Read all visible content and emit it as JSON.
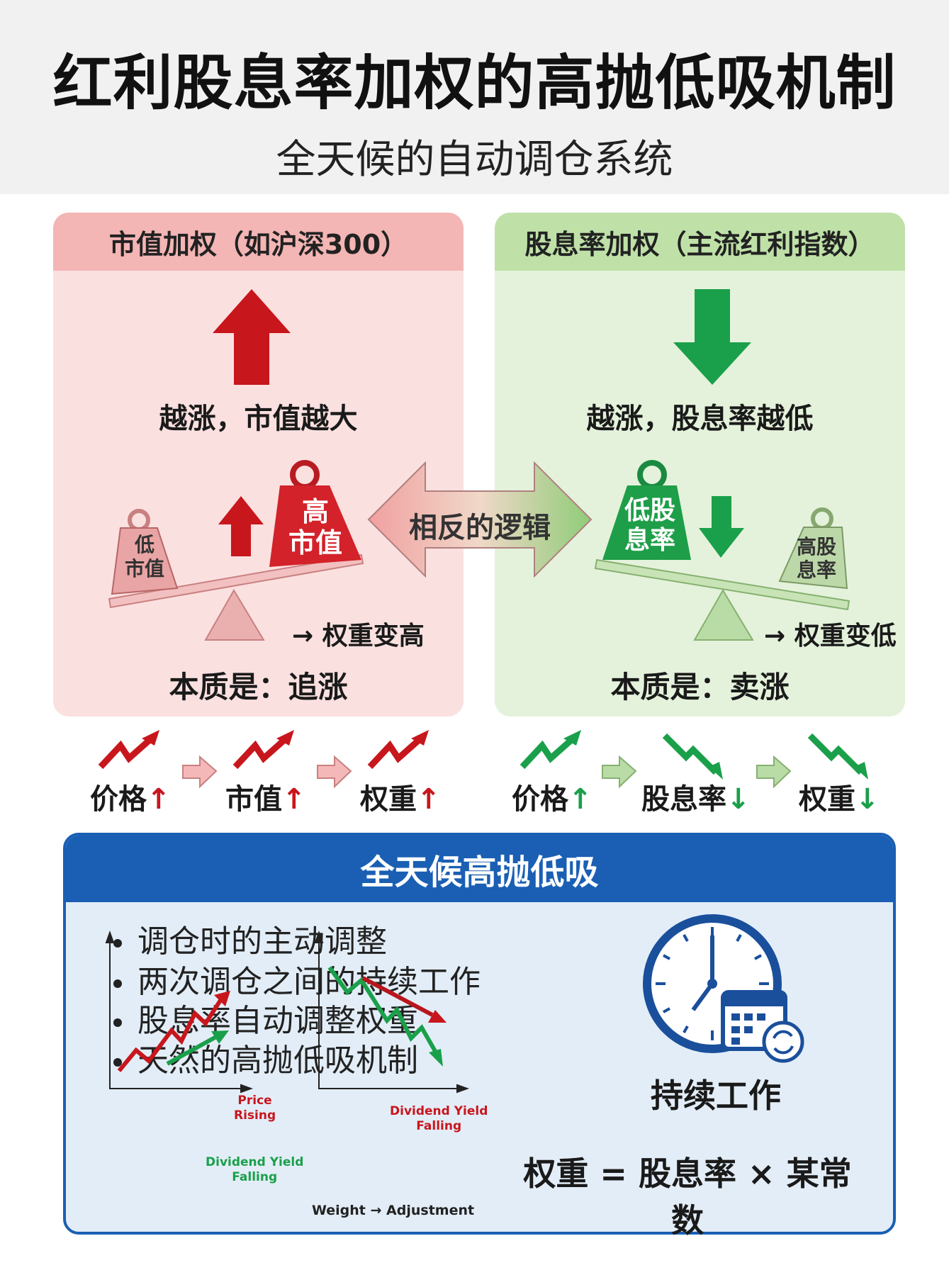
{
  "header": {
    "title": "红利股息率加权的高抛低吸机制",
    "subtitle": "全天候的自动调仓系统"
  },
  "left_panel": {
    "title": "市值加权（如沪深300）",
    "caption": "越涨，市值越大",
    "weight_low": [
      "低",
      "市值"
    ],
    "weight_high": [
      "高",
      "市值"
    ],
    "result": "→ 权重变高",
    "essence": "本质是：追涨"
  },
  "right_panel": {
    "title": "股息率加权（主流红利指数）",
    "caption": "越涨，股息率越低",
    "weight_low": [
      "低股",
      "息率"
    ],
    "weight_high": [
      "高股",
      "息率"
    ],
    "result": "→ 权重变低",
    "essence": "本质是：卖涨"
  },
  "center_arrow": {
    "label": "相反的逻辑"
  },
  "flow_left": [
    {
      "label": "价格",
      "dir": "↑"
    },
    {
      "label": "市值",
      "dir": "↑"
    },
    {
      "label": "权重",
      "dir": "↑"
    }
  ],
  "flow_right": [
    {
      "label": "价格",
      "dir": "↑"
    },
    {
      "label": "股息率",
      "dir": "↓"
    },
    {
      "label": "权重",
      "dir": "↓"
    }
  ],
  "summary": {
    "title": "全天候高抛低吸",
    "bullets": [
      "调仓时的主动调整",
      "两次调仓之间的持续工作",
      "股息率自动调整权重",
      "天然的高抛低吸机制"
    ],
    "clock_caption": "持续工作",
    "formula": "权重 = 股息率 × 某常数",
    "chart1": {
      "price_label": "Price\nRising",
      "price_l1": "Price",
      "price_l2": "Rising",
      "dy_l1": "Dividend Yield",
      "dy_l2": "Falling"
    },
    "chart2": {
      "dy_l1": "Dividend Yield",
      "dy_l2": "Falling",
      "xlabel": "Weight → Adjustment"
    }
  },
  "colors": {
    "red": "#c8161d",
    "green": "#1aa04a",
    "blue": "#1a5fb4"
  }
}
